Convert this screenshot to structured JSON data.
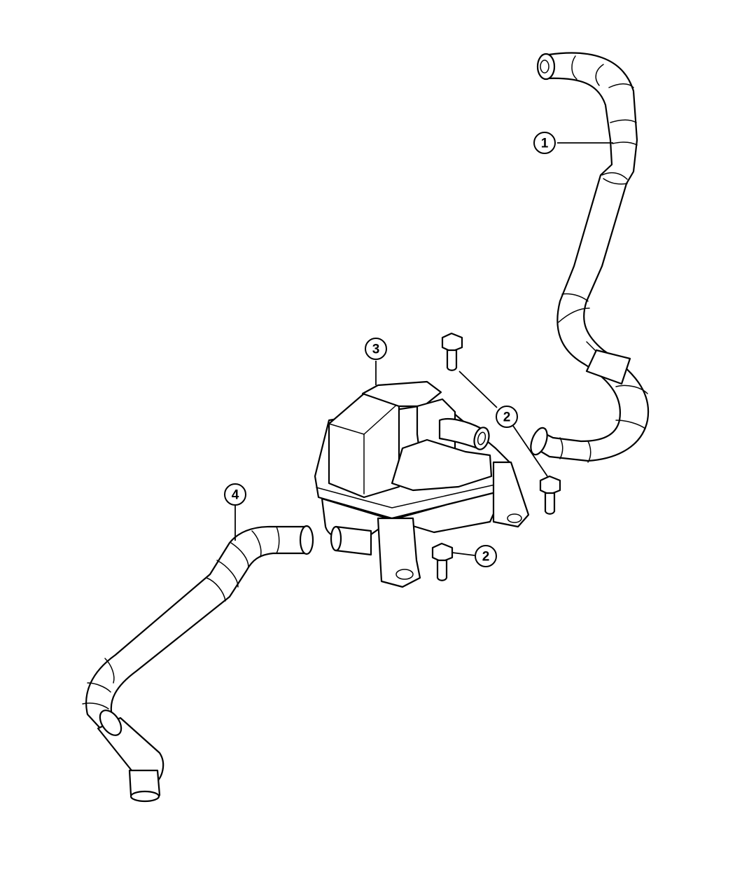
{
  "callouts": {
    "c1": "1",
    "c2a": "2",
    "c2b": "2",
    "c3": "3",
    "c4": "4"
  },
  "parts": {
    "hose_1": "hose",
    "bolt_2": "bolt",
    "unit_3": "pump-module",
    "hose_4": "hose"
  }
}
